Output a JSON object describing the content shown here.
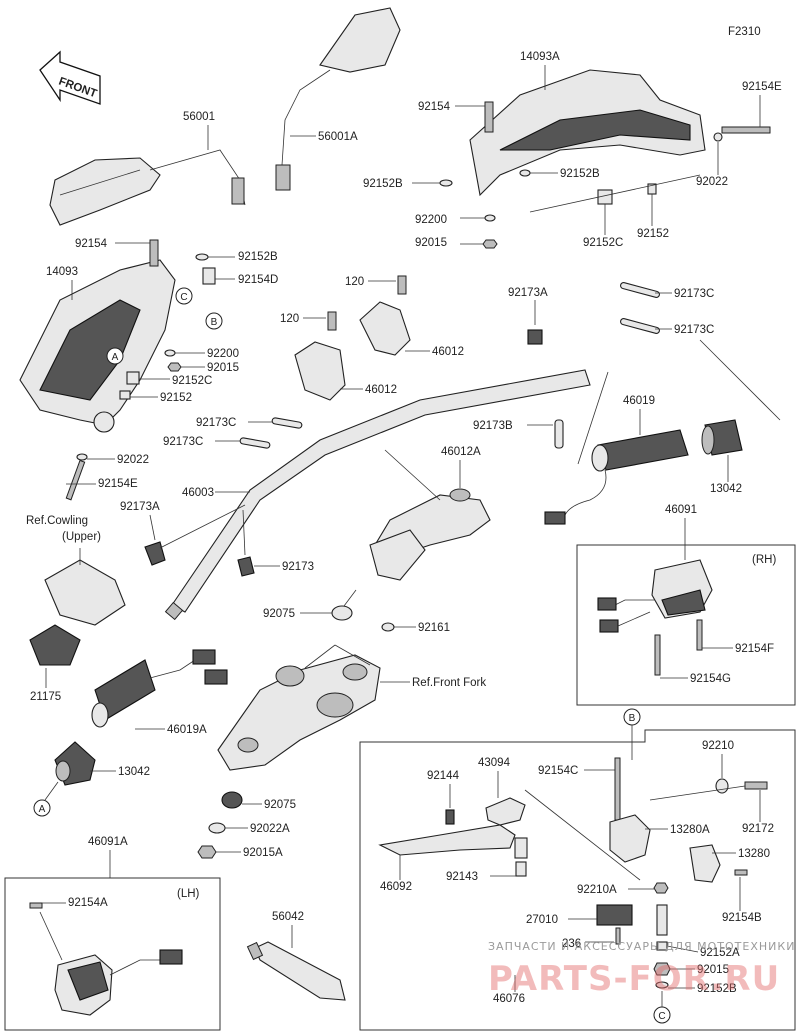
{
  "figure_code": "F2310",
  "front_arrow_label": "FRONT",
  "part_labels": {
    "p14093A": "14093A",
    "p92154_top": "92154",
    "p92154E_top": "92154E",
    "p92152B_top": "92152B",
    "p92152B_top2": "92152B",
    "p92022_top": "92022",
    "p92200_top": "92200",
    "p92015_top": "92015",
    "p92152C_top": "92152C",
    "p92152_top": "92152",
    "p56001": "56001",
    "p56001A": "56001A",
    "p92154_left": "92154",
    "p92152B_left": "92152B",
    "p14093": "14093",
    "p92154D": "92154D",
    "p120_a": "120",
    "p120_b": "120",
    "p46012": "46012",
    "p46012_b": "46012",
    "p92173A_top": "92173A",
    "p92173C_r1": "92173C",
    "p92173C_r2": "92173C",
    "p92200_left": "92200",
    "p92015_left": "92015",
    "p92152C_left": "92152C",
    "p92152_left": "92152",
    "p92173C_l1": "92173C",
    "p92173C_l2": "92173C",
    "p92173B": "92173B",
    "p46019": "46019",
    "p92022_left": "92022",
    "p92154E_left": "92154E",
    "p46012A": "46012A",
    "p13042_right": "13042",
    "p46003": "46003",
    "p92173A_left": "92173A",
    "p46091": "46091",
    "p92173": "92173",
    "p92154F": "92154F",
    "p92154G": "92154G",
    "p92075_top": "92075",
    "p92161": "92161",
    "p21175": "21175",
    "p46019A": "46019A",
    "p13042_left": "13042",
    "p92075_bot": "92075",
    "p92022A": "92022A",
    "p92015A": "92015A",
    "p92210": "92210",
    "p43094": "43094",
    "p92144": "92144",
    "p92154C": "92154C",
    "p92172": "92172",
    "p13280A": "13280A",
    "p13280": "13280",
    "p46092": "46092",
    "p92143": "92143",
    "p92210A": "92210A",
    "p92154B": "92154B",
    "p27010": "27010",
    "p236": "236",
    "p92152A": "92152A",
    "p92015_bot": "92015",
    "p92152B_bot": "92152B",
    "p46076": "46076",
    "p46091A": "46091A",
    "p92154A": "92154A",
    "p56042": "56042"
  },
  "references": {
    "cowling_line1": "Ref.Cowling",
    "cowling_line2": "(Upper)",
    "front_fork": "Ref.Front Fork"
  },
  "box_labels": {
    "rh": "(RH)",
    "lh": "(LH)"
  },
  "markers": {
    "a": "A",
    "b": "B",
    "c": "C"
  },
  "watermark": {
    "line1": "ЗАПЧАСТИ И АКСЕССУАРЫ ДЛЯ МОТОТЕХНИКИ",
    "line2": "PARTS-FOR.RU"
  }
}
